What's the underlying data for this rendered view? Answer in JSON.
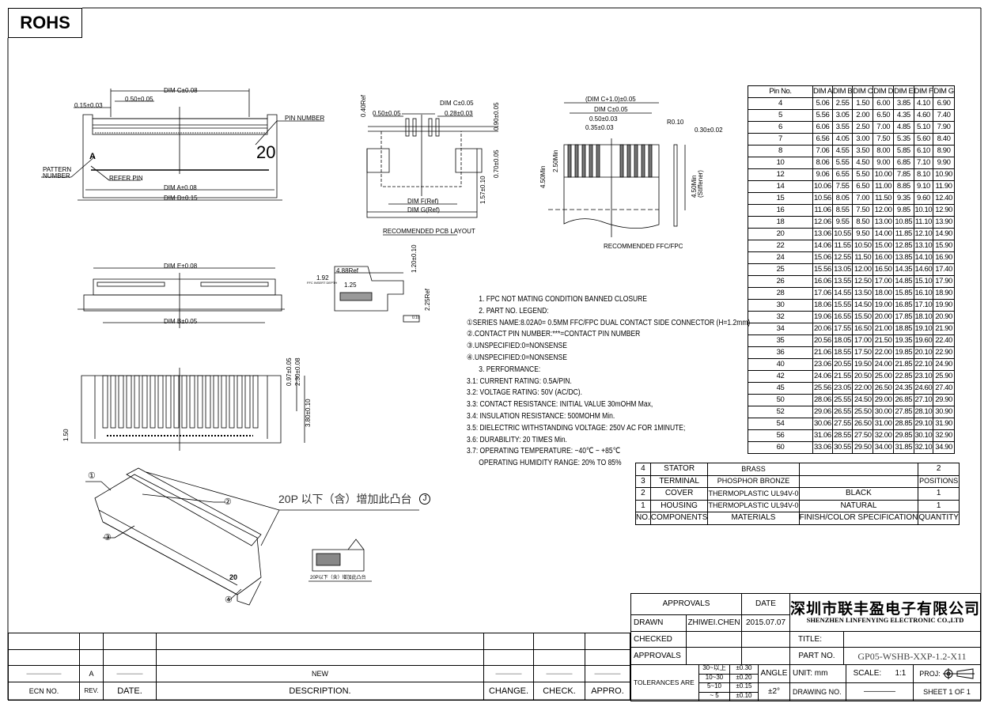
{
  "rohs_label": "ROHS",
  "views": {
    "top": {
      "dim_c": "DIM C±0.08",
      "pitch": "0.50±0.05",
      "pin_width": "0.15±0.03",
      "pin_number_label": "PIN NUMBER",
      "pin_number_value": "20",
      "pattern_number_label": "PATTERN NUMBER",
      "pattern_number_value": "A",
      "refer_pin": "REFER PIN",
      "dim_a": "DIM A±0.08",
      "dim_d": "DIM D±0.15"
    },
    "pcb": {
      "ref_040": "0.40Ref",
      "pitch": "0.50±0.05",
      "dim_c": "DIM C±0.05",
      "pad_width": "0.28±0.03",
      "pad_len": "0.90±0.05",
      "gap": "0.70±0.05",
      "depth": "1.57±0.10",
      "dim_f": "DIM F(Ref)",
      "dim_g": "DIM G(Ref)",
      "caption": "RECOMMENDED PCB LAYOUT"
    },
    "ffc": {
      "width": "(DIM C+1.0)±0.05",
      "dim_c": "DIM C±0.05",
      "pitch": "0.50±0.03",
      "cond": "0.35±0.03",
      "radius": "R0.10",
      "thickness": "0.30±0.02",
      "len1": "4.50Min",
      "len2": "2.50Min",
      "stiffener": "4.50Min (Stiffener)",
      "caption": "RECOMMENDED FFC/FPC"
    },
    "front": {
      "dim_e": "DIM E±0.08",
      "dim_b": "DIM B±0.05"
    },
    "side": {
      "length": "4.88Ref",
      "insert": "1.92",
      "insert_note": "FFC INSERT DEPTH",
      "d125": "1.25",
      "h120": "1.20±0.10",
      "h225": "2.25Ref",
      "flatness": "0.10"
    },
    "bottom": {
      "d097": "0.97±0.05",
      "d230": "2.30±0.08",
      "d380": "3.80±0.10",
      "d150": "1.50"
    },
    "iso": {
      "callout1": "①",
      "callout2": "②",
      "callout3": "③",
      "callout4": "④",
      "note": "20P 以下（含）增加此凸台",
      "note_mark": "J",
      "pin_mark": "20",
      "small_note": "20P以下（含）增加此凸台"
    }
  },
  "dim_table": {
    "headers": [
      "Pin No.",
      "DIM A",
      "DIM B",
      "DIM C",
      "DIM D",
      "DIM E",
      "DIM F",
      "DIM G"
    ],
    "rows": [
      [
        "4",
        "5.06",
        "2.55",
        "1.50",
        "6.00",
        "3.85",
        "4.10",
        "6.90"
      ],
      [
        "5",
        "5.56",
        "3.05",
        "2.00",
        "6.50",
        "4.35",
        "4.60",
        "7.40"
      ],
      [
        "6",
        "6.06",
        "3.55",
        "2.50",
        "7.00",
        "4.85",
        "5.10",
        "7.90"
      ],
      [
        "7",
        "6.56",
        "4.05",
        "3.00",
        "7.50",
        "5.35",
        "5.60",
        "8.40"
      ],
      [
        "8",
        "7.06",
        "4.55",
        "3.50",
        "8.00",
        "5.85",
        "6.10",
        "8.90"
      ],
      [
        "10",
        "8.06",
        "5.55",
        "4.50",
        "9.00",
        "6.85",
        "7.10",
        "9.90"
      ],
      [
        "12",
        "9.06",
        "6.55",
        "5.50",
        "10.00",
        "7.85",
        "8.10",
        "10.90"
      ],
      [
        "14",
        "10.06",
        "7.55",
        "6.50",
        "11.00",
        "8.85",
        "9.10",
        "11.90"
      ],
      [
        "15",
        "10.56",
        "8.05",
        "7.00",
        "11.50",
        "9.35",
        "9.60",
        "12.40"
      ],
      [
        "16",
        "11.06",
        "8.55",
        "7.50",
        "12.00",
        "9.85",
        "10.10",
        "12.90"
      ],
      [
        "18",
        "12.06",
        "9.55",
        "8.50",
        "13.00",
        "10.85",
        "11.10",
        "13.90"
      ],
      [
        "20",
        "13.06",
        "10.55",
        "9.50",
        "14.00",
        "11.85",
        "12.10",
        "14.90"
      ],
      [
        "22",
        "14.06",
        "11.55",
        "10.50",
        "15.00",
        "12.85",
        "13.10",
        "15.90"
      ],
      [
        "24",
        "15.06",
        "12.55",
        "11.50",
        "16.00",
        "13.85",
        "14.10",
        "16.90"
      ],
      [
        "25",
        "15.56",
        "13.05",
        "12.00",
        "16.50",
        "14.35",
        "14.60",
        "17.40"
      ],
      [
        "26",
        "16.06",
        "13.55",
        "12.50",
        "17.00",
        "14.85",
        "15.10",
        "17.90"
      ],
      [
        "28",
        "17.06",
        "14.55",
        "13.50",
        "18.00",
        "15.85",
        "16.10",
        "18.90"
      ],
      [
        "30",
        "18.06",
        "15.55",
        "14.50",
        "19.00",
        "16.85",
        "17.10",
        "19.90"
      ],
      [
        "32",
        "19.06",
        "16.55",
        "15.50",
        "20.00",
        "17.85",
        "18.10",
        "20.90"
      ],
      [
        "34",
        "20.06",
        "17.55",
        "16.50",
        "21.00",
        "18.85",
        "19.10",
        "21.90"
      ],
      [
        "35",
        "20.56",
        "18.05",
        "17.00",
        "21.50",
        "19.35",
        "19.60",
        "22.40"
      ],
      [
        "36",
        "21.06",
        "18.55",
        "17.50",
        "22.00",
        "19.85",
        "20.10",
        "22.90"
      ],
      [
        "40",
        "23.06",
        "20.55",
        "19.50",
        "24.00",
        "21.85",
        "22.10",
        "24.90"
      ],
      [
        "42",
        "24.06",
        "21.55",
        "20.50",
        "25.00",
        "22.85",
        "23.10",
        "25.90"
      ],
      [
        "45",
        "25.56",
        "23.05",
        "22.00",
        "26.50",
        "24.35",
        "24.60",
        "27.40"
      ],
      [
        "50",
        "28.06",
        "25.55",
        "24.50",
        "29.00",
        "26.85",
        "27.10",
        "29.90"
      ],
      [
        "52",
        "29.06",
        "26.55",
        "25.50",
        "30.00",
        "27.85",
        "28.10",
        "30.90"
      ],
      [
        "54",
        "30.06",
        "27.55",
        "26.50",
        "31.00",
        "28.85",
        "29.10",
        "31.90"
      ],
      [
        "56",
        "31.06",
        "28.55",
        "27.50",
        "32.00",
        "29.85",
        "30.10",
        "32.90"
      ],
      [
        "60",
        "33.06",
        "30.55",
        "29.50",
        "34.00",
        "31.85",
        "32.10",
        "34.90"
      ]
    ]
  },
  "notes": [
    "1. FPC NOT MATING CONDITION BANNED CLOSURE",
    "2. PART NO. LEGEND:",
    "①SERIES NAME:8.02A0=  0.5MM FFC/FPC DUAL CONTACT SIDE CONNECTOR  (H=1.2mm)",
    "②.CONTACT PIN NUMBER:***=CONTACT PIN NUMBER",
    "③.UNSPECIFIED:0=NONSENSE",
    "④.UNSPECIFIED:0=NONSENSE",
    "3. PERFORMANCE:",
    "3.1: CURRENT RATING: 0.5A/PIN.",
    "3.2: VOLTAGE RATING: 50V (AC/DC).",
    "3.3: CONTACT RESISTANCE: INITIAL VALUE 30mOHM Max,",
    "3.4: INSULATION RESISTANCE: 500MOHM Min.",
    "3.5: DIELECTRIC WITHSTANDING VOLTAGE: 250V AC FOR 1MINUTE;",
    "3.6: DURABILITY: 20 TIMES Min.",
    "3.7: OPERATING TEMPERATURE: −40℃ − +85℃",
    "OPERATING HUMIDITY RANGE: 20% TO 85%"
  ],
  "bom": {
    "rows": [
      [
        "4",
        "STATOR",
        "BRASS",
        "",
        "2"
      ],
      [
        "3",
        "TERMINAL",
        "PHOSPHOR BRONZE",
        "",
        "POSITIONS"
      ],
      [
        "2",
        "COVER",
        "THERMOPLASTIC UL94V-0",
        "BLACK",
        "1"
      ],
      [
        "1",
        "HOUSING",
        "THERMOPLASTIC UL94V-0",
        "NATURAL",
        "1"
      ]
    ],
    "headers": [
      "NO.",
      "COMPONENTS",
      "MATERIALS",
      "FINISH/COLOR  SPECIFICATION",
      "QUANTITY"
    ]
  },
  "title_block": {
    "approvals_header": "APPROVALS",
    "date_header": "DATE",
    "drawn_label": "DRAWN",
    "drawn_by": "ZHIWEI.CHEN",
    "drawn_date": "2015.07.07",
    "checked_label": "CHECKED",
    "approvals_label": "APPROVALS",
    "company_cn": "深圳市联丰盈电子有限公司",
    "company_en": "SHENZHEN LINFENYING ELECTRONIC CO.,LTD",
    "title_label": "TITLE:",
    "part_no_label": "PART NO.",
    "part_no": "GP05-WSHB-XXP-1.2-X11",
    "tolerances_label": "TOLERANCES  ARE",
    "tolerances": [
      [
        "30~以上",
        "±0.30"
      ],
      [
        "10~30",
        "±0.20"
      ],
      [
        "5~10",
        "±0.15"
      ],
      [
        "~ 5",
        "±0.10"
      ]
    ],
    "angle_label": "ANGLE",
    "angle_value": "±2°",
    "unit_label": "UNIT:  mm",
    "scale_label": "SCALE:",
    "scale_value": "1:1",
    "proj_label": "PROJ:",
    "drawing_no_label": "DRAWING  NO.",
    "drawing_no": "————",
    "sheet": "SHEET   1  OF  1"
  },
  "revision": {
    "row": {
      "ecn": "————",
      "rev": "A",
      "date": "———",
      "description": "NEW",
      "change": "———",
      "check": "———",
      "appro": "———"
    },
    "headers": {
      "ecn": "ECN  NO.",
      "rev": "REV.",
      "date": "DATE.",
      "description": "DESCRIPTION.",
      "change": "CHANGE.",
      "check": "CHECK.",
      "appro": "APPRO."
    }
  }
}
